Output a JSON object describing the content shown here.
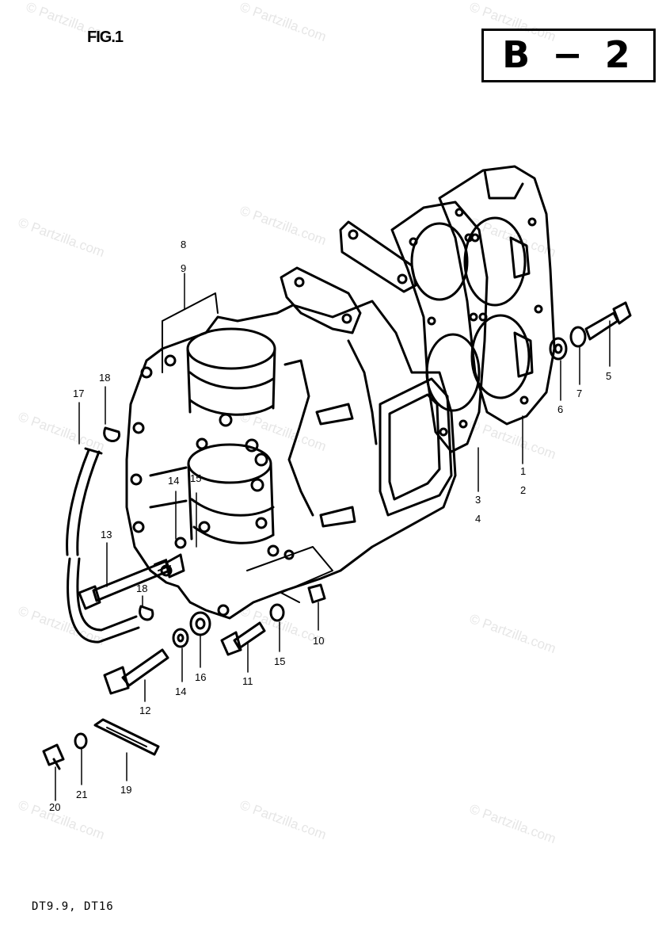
{
  "figure_label": "FIG.1",
  "section_code": "B − 2",
  "models": "DT9.9,  DT16",
  "watermark_text": "© Partzilla.com",
  "callouts": [
    "1",
    "2",
    "3",
    "4",
    "5",
    "6",
    "7",
    "8",
    "9",
    "10",
    "11",
    "12",
    "13",
    "14",
    "15",
    "16",
    "17",
    "18",
    "19",
    "20",
    "21"
  ]
}
